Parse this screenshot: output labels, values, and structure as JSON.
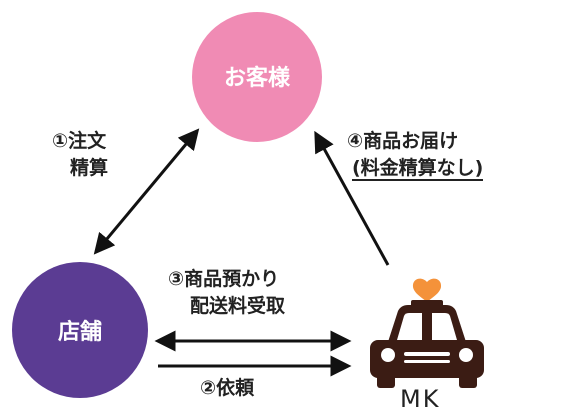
{
  "nodes": {
    "customer": {
      "label": "お客様",
      "color": "#f08bb4"
    },
    "store": {
      "label": "店舗",
      "color": "#5b3c93"
    },
    "taxi": {
      "label": "MK",
      "body_color": "#3b1c14",
      "heart_color": "#f4923a",
      "window_color": "#ffffff"
    }
  },
  "edges": {
    "order": {
      "line1": "①注文",
      "line2": "精算"
    },
    "delivery": {
      "line1": "④商品お届け",
      "line2": "(料金精算なし)"
    },
    "pickup": {
      "line1": "③商品預かり",
      "line2": "配送料受取"
    },
    "request": {
      "label": "②依頼"
    }
  },
  "colors": {
    "arrow": "#111111",
    "text": "#222222"
  }
}
